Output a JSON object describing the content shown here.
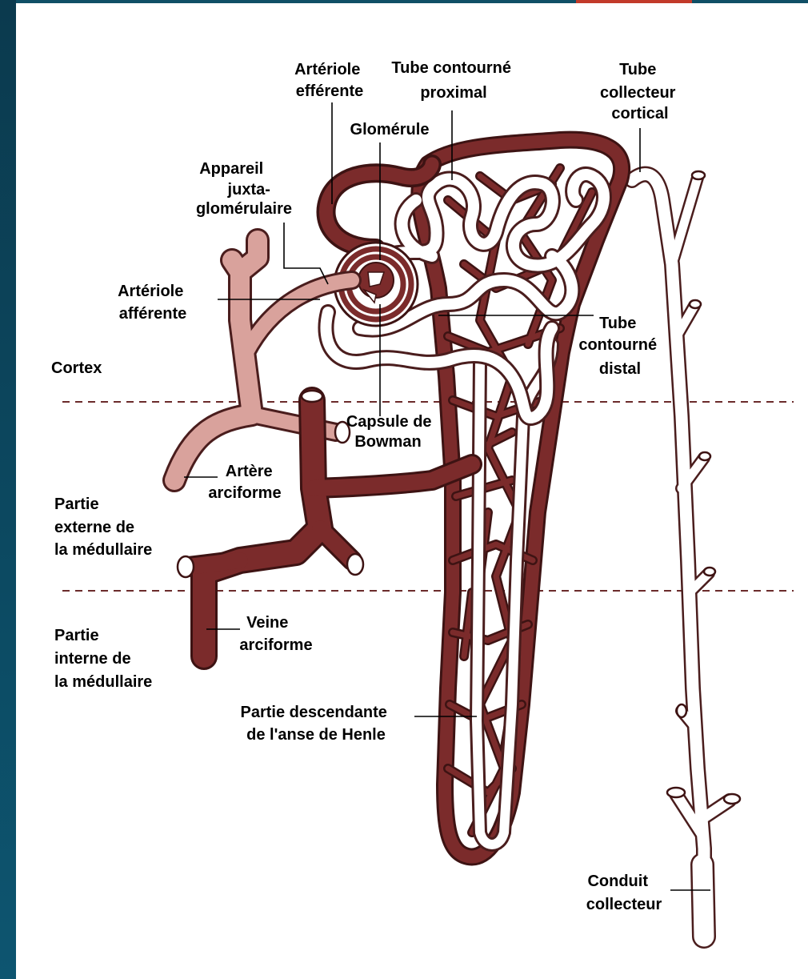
{
  "colors": {
    "frame": "#0d5570",
    "frame_accent": "#c23a2a",
    "vessel_dark": "#7b2b2b",
    "artery_light": "#d9a29c",
    "outline": "#3d1313"
  },
  "labels": {
    "arteriole_efferente": [
      "Artériole",
      "efférente"
    ],
    "tube_contourne_proximal": [
      "Tube contourné",
      "proximal"
    ],
    "tube_collecteur_cortical": [
      "Tube",
      "collecteur",
      "cortical"
    ],
    "glomerule": [
      "Glomérule"
    ],
    "appareil_juxta": [
      "Appareil",
      "juxta-",
      "glomérulaire"
    ],
    "arteriole_afferente": [
      "Artériole",
      "afférente"
    ],
    "cortex": [
      "Cortex"
    ],
    "tube_contourne_distal": [
      "Tube",
      "contourné",
      "distal"
    ],
    "capsule_bowman": [
      "Capsule de",
      "Bowman"
    ],
    "artere_arciforme": [
      "Artère",
      "arciforme"
    ],
    "partie_externe": [
      "Partie",
      "externe de",
      "la médullaire"
    ],
    "veine_arciforme": [
      "Veine",
      "arciforme"
    ],
    "partie_interne": [
      "Partie",
      "interne de",
      "la médullaire"
    ],
    "anse_henle": [
      "Partie descendante",
      "de l'anse de Henle"
    ],
    "conduit_collecteur": [
      "Conduit",
      "collecteur"
    ]
  }
}
